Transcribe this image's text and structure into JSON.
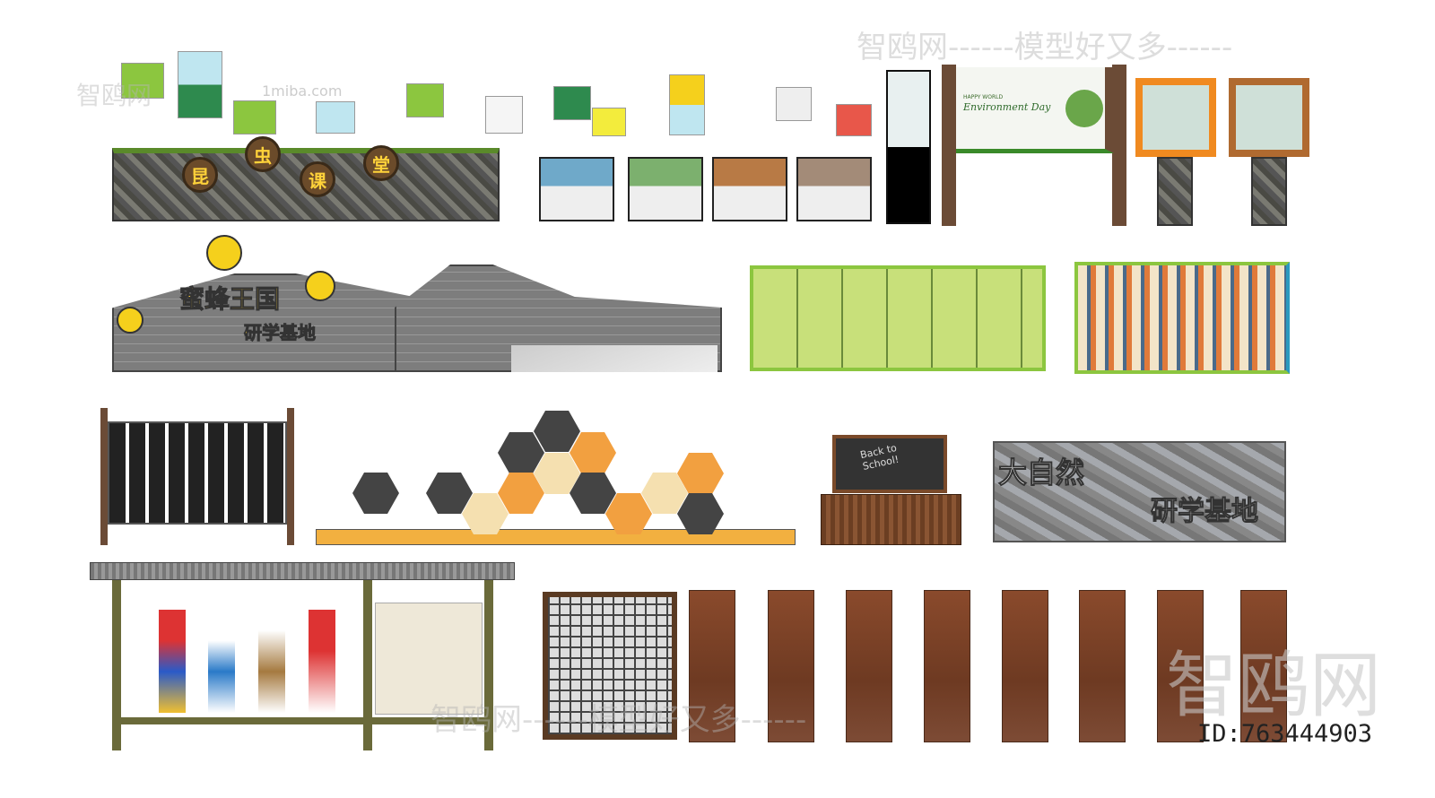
{
  "watermarks": {
    "top": "智鸥网------模型好又多------",
    "bottom": "智鸥网------模型好又多------",
    "left": "智鸥网",
    "site": "1miba.com",
    "logo": "智鸥网"
  },
  "insect_wall": {
    "chars": [
      "昆",
      "虫",
      "课",
      "堂"
    ]
  },
  "environment_sign": {
    "subtitle": "HAPPY WORLD",
    "title": "Environment Day"
  },
  "bee_wall": {
    "title": "蜜蜂王国",
    "subtitle": "研学基地"
  },
  "chalkboard": {
    "text": "Back to School!"
  },
  "nature_wall": {
    "title": "大自然",
    "subtitle": "研学基地"
  },
  "id_label": "ID:763444903",
  "colors": {
    "green": "#8cc63f",
    "orange": "#f29a38",
    "rust": "#7a4128"
  }
}
